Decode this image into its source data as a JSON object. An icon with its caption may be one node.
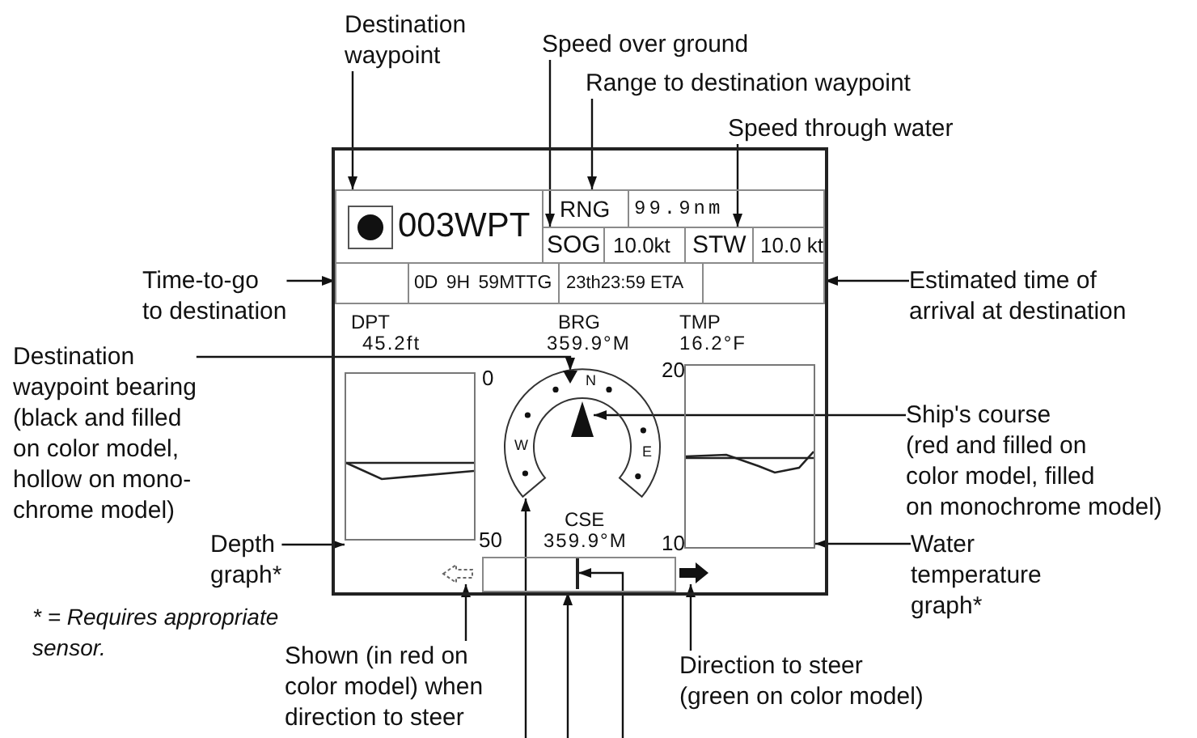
{
  "diagram": {
    "nodes": [
      {
        "text": [
          "Destination waypoint"
        ]
      },
      {
        "text": [
          "Speed over ground"
        ]
      },
      {
        "text": [
          "Range to destination waypoint"
        ]
      },
      {
        "text": [
          "Speed through water"
        ]
      },
      {
        "text": [],
        "shape": "box"
      },
      {
        "text": [
          "003WPT"
        ],
        "in": 4
      },
      {
        "text": [
          "RNG"
        ],
        "in": 4
      },
      {
        "text": [
          "99.9nm"
        ],
        "in": 4
      },
      {
        "text": [
          "SOG"
        ],
        "in": 4
      },
      {
        "text": [
          "10.0kt"
        ],
        "in": 4
      },
      {
        "text": [
          "STW"
        ],
        "in": 4
      },
      {
        "text": [
          "10.0 kt"
        ],
        "in": 4
      },
      {
        "text": [
          "Time-to-go to destination"
        ]
      },
      {
        "text": [
          "0D 9H 59MTTG"
        ],
        "in": 4
      },
      {
        "text": [
          "23th23:59 ETA"
        ],
        "in": 4
      },
      {
        "text": [
          "Estimated time of arrival at destination"
        ]
      },
      {
        "text": [
          "Destination waypoint bearing (black and filled on color model, hollow on mono- chrome model)"
        ]
      },
      {
        "text": [],
        "shape": "box",
        "in": 4
      },
      {
        "text": [],
        "shape": "dial",
        "in": 4
      },
      {
        "text": [],
        "shape": "triangle",
        "in": 18
      },
      {
        "text": [],
        "shape": "triangle",
        "in": 18
      },
      {
        "text": [],
        "shape": "box",
        "in": 4
      },
      {
        "text": [
          "Ship's course (red and filled on color model, filled on monochrome model)"
        ]
      },
      {
        "text": [
          "Depth graph*"
        ]
      },
      {
        "text": [
          "Water temperature graph*"
        ]
      },
      {
        "text": [],
        "shape": "arrow",
        "in": 4
      },
      {
        "text": [],
        "shape": "bar",
        "in": 4
      },
      {
        "text": [],
        "shape": "line",
        "in": 26
      },
      {
        "text": [],
        "shape": "arrow",
        "in": 4
      },
      {
        "text": [
          "Shown (in red on color model) when direction to steer"
        ]
      },
      {
        "text": [
          "Direction to steer (green on color model)"
        ]
      }
    ],
    "edges": [
      {
        "from": 0,
        "to": 5,
        "arrow": "to"
      },
      {
        "from": 1,
        "to": 8,
        "arrow": "to"
      },
      {
        "from": 2,
        "to": 6,
        "arrow": "to"
      },
      {
        "from": 3,
        "to": 10,
        "arrow": "to"
      },
      {
        "from": 12,
        "to": 13,
        "arrow": "to"
      },
      {
        "from": 15,
        "to": 14,
        "arrow": "to"
      },
      {
        "from": 16,
        "to": 19,
        "arrow": "to"
      },
      {
        "from": 22,
        "to": 20,
        "arrow": "to"
      },
      {
        "from": 23,
        "to": 17,
        "arrow": "to"
      },
      {
        "from": 24,
        "to": 21,
        "arrow": "to"
      },
      {
        "from": 29,
        "to": 25,
        "arrow": "to"
      },
      {
        "from": 30,
        "to": 28,
        "arrow": "to"
      },
      {
        "from": null,
        "to": 18,
        "arrow": "to"
      },
      {
        "from": null,
        "to": 26,
        "arrow": "to"
      },
      {
        "from": null,
        "to": 27,
        "arrow": "to"
      }
    ],
    "labels": [
      "DPT",
      "BRG",
      "TMP",
      "45.2ft",
      "359.9°M",
      "16.2°F",
      "0",
      "20",
      "N",
      "W",
      "E",
      "CSE",
      "50",
      "359.9°M",
      "10",
      "* = Requires appropriate sensor."
    ]
  }
}
